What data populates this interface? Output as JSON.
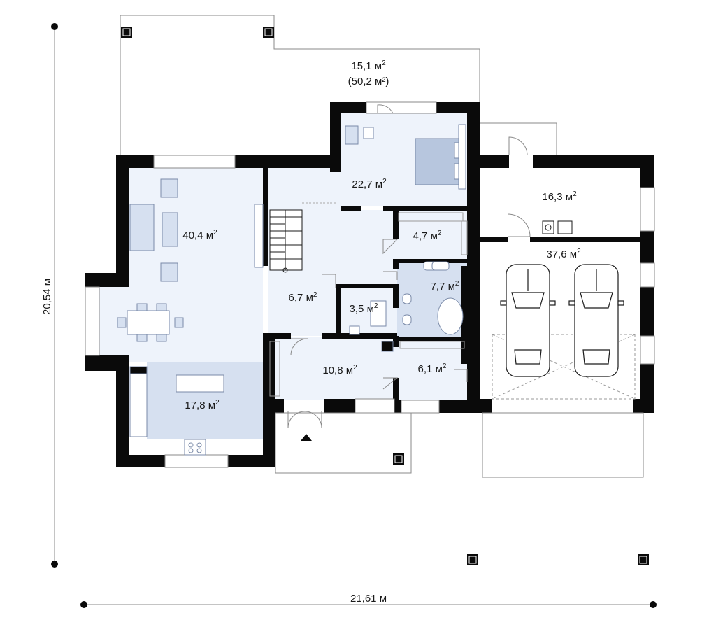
{
  "colors": {
    "wall": "#0a0a0a",
    "living_fill": "#eef3fb",
    "kitchen_fill": "#d6e0f0",
    "bath_fill": "#d6e0f0",
    "outline": "#8a8a8a",
    "furniture": "#b7c6de"
  },
  "rooms": {
    "living": "40,4",
    "kitchen": "17,8",
    "bedroom": "22,7",
    "hall": "6,7",
    "wardrobe": "4,7",
    "bath_main": "7,7",
    "bath_small": "3,5",
    "entry": "10,8",
    "utility": "6,1",
    "boiler": "16,3",
    "garage": "37,6"
  },
  "unit": "м",
  "terrace": {
    "area": "15,1",
    "area_total": "(50,2 м²)"
  },
  "dimensions": {
    "width": "21,61 м",
    "height": "20,54 м"
  },
  "icons": [
    "entrance-arrow-icon",
    "car-icon",
    "column-icon"
  ]
}
